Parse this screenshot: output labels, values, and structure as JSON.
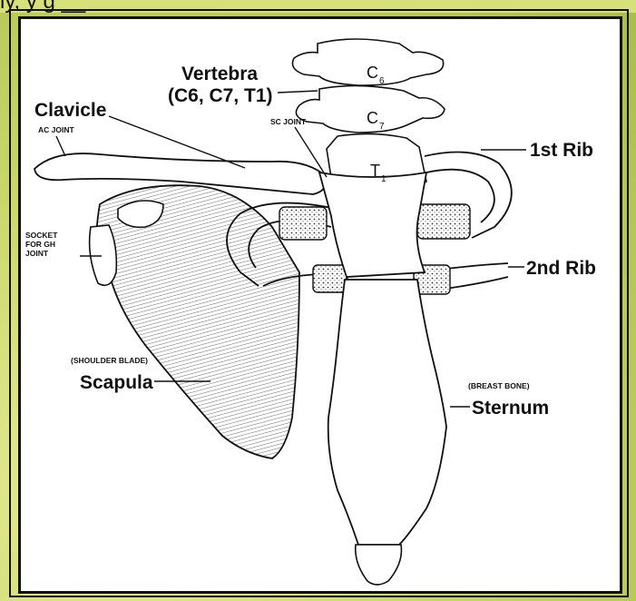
{
  "top_text": "ly, y                 g       __",
  "labels": {
    "vertebra": "Vertebra",
    "vertebra_levels": "(C6, C7, T1)",
    "clavicle": "Clavicle",
    "ac_joint": "AC JOINT",
    "sc_joint": "SC JOINT",
    "first_rib": "1st Rib",
    "second_rib": "2nd Rib",
    "socket_line1": "SOCKET",
    "socket_line2": "FOR GH",
    "socket_line3": "JOINT",
    "shoulder_blade": "(SHOULDER BLADE)",
    "scapula": "Scapula",
    "breast_bone": "(BREAST BONE)",
    "sternum": "Sternum",
    "c6": "C",
    "c6_sub": "6",
    "c7": "C",
    "c7_sub": "7",
    "t1": "T",
    "t1_sub": "1"
  },
  "colors": {
    "background": "#c9d76a",
    "ink": "#111111",
    "paper": "#ffffff"
  }
}
